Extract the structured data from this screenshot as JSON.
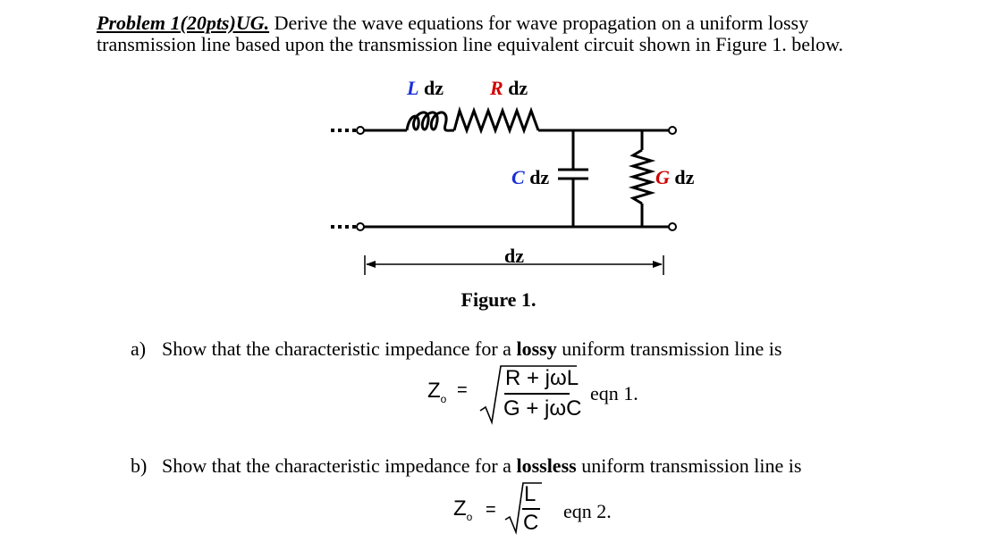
{
  "problem": {
    "title": "Problem 1(20pts)UG.",
    "intro_line1": " Derive the wave equations for wave propagation on a uniform lossy",
    "intro_line2": "transmission line based upon the transmission line equivalent circuit shown in Figure 1. below."
  },
  "figure": {
    "label_L_sym": "L",
    "label_L_rest": " dz",
    "label_R_sym": "R",
    "label_R_rest": " dz",
    "label_C_sym": "C",
    "label_C_rest": " dz",
    "label_G_sym": "G",
    "label_G_rest": " dz",
    "length_label": "dz",
    "caption": "Figure 1.",
    "colors": {
      "red": "#d00000",
      "blue": "#1a2fd6"
    }
  },
  "part_a": {
    "prefix": "a)",
    "text_before": "Show that the characteristic impedance for a ",
    "bold_word": "lossy",
    "text_after": " uniform transmission line is",
    "lhs": "Z",
    "lhs_sub": "o",
    "equals": "=",
    "numerator": "R + jωL",
    "denominator": "G + jωC",
    "eqn_label": "eqn 1."
  },
  "part_b": {
    "prefix": "b)",
    "text_before": "Show that the characteristic impedance for a ",
    "bold_word": "lossless",
    "text_after": " uniform transmission line is",
    "lhs": "Z",
    "lhs_sub": "o",
    "equals": "=",
    "numerator": "L",
    "denominator": "C",
    "eqn_label": "eqn 2."
  }
}
